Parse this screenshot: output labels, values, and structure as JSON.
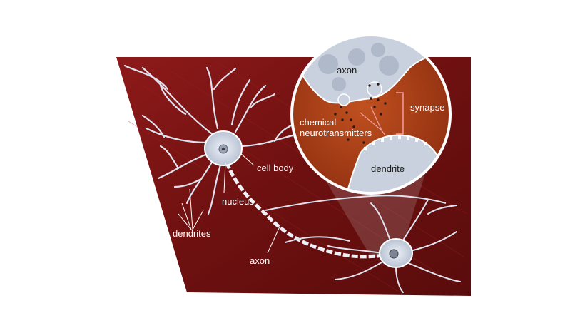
{
  "labels": {
    "cell_body": "cell body",
    "nucleus": "nucleus",
    "dendrites": "dendrites",
    "axon": "axon"
  },
  "zoom": {
    "axon": "axon",
    "dendrite": "dendrite",
    "synapse": "synapse",
    "chemical": "chemical",
    "neurotransmitters": "neurotransmitters"
  },
  "colors": {
    "background_panel": "#7a1414",
    "zoom_fluid": "#b0431d",
    "cell": "#cfd7e6",
    "cell_outline": "#ffffff",
    "pink_label_line": "#f2a0a0"
  }
}
